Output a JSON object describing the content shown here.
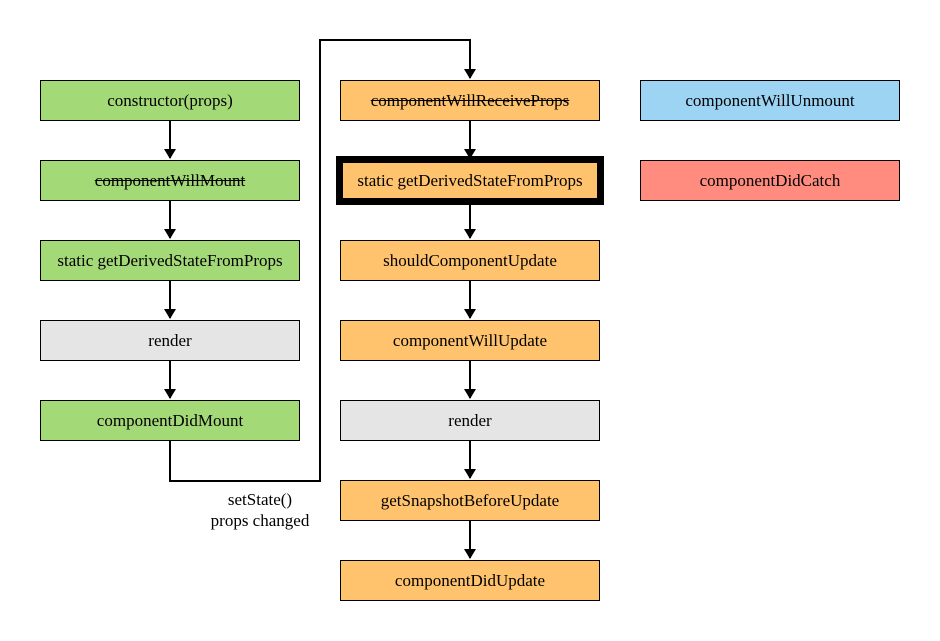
{
  "mount": {
    "constructor": "constructor(props)",
    "will_mount": "componentWillMount",
    "get_derived": "static getDerivedStateFromProps",
    "render": "render",
    "did_mount": "componentDidMount"
  },
  "update": {
    "will_receive_props": "componentWillReceiveProps",
    "get_derived": "static getDerivedStateFromProps",
    "should_update": "shouldComponentUpdate",
    "will_update": "componentWillUpdate",
    "render": "render",
    "snapshot": "getSnapshotBeforeUpdate",
    "did_update": "componentDidUpdate"
  },
  "other": {
    "will_unmount": "componentWillUnmount",
    "did_catch": "componentDidCatch"
  },
  "edge_label": {
    "line1": "setState()",
    "line2": "props changed"
  },
  "colors": {
    "mount": "#a4d977",
    "update": "#ffc36e",
    "render": "#e5e5e5",
    "unmount": "#9dd4f4",
    "error": "#ff8c7f"
  },
  "deprecated": [
    "componentWillMount",
    "componentWillReceiveProps"
  ],
  "highlighted": "static getDerivedStateFromProps (update phase)"
}
